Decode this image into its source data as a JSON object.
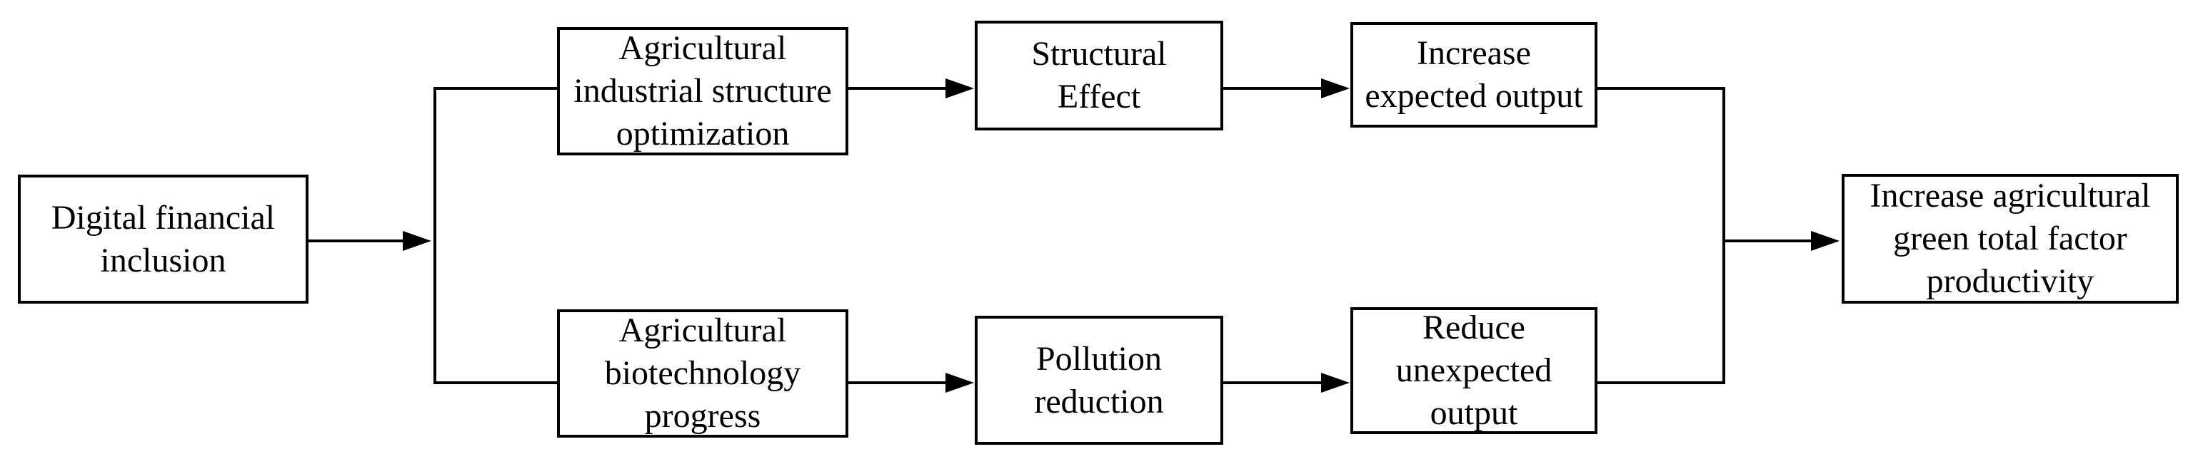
{
  "diagram": {
    "type": "flowchart",
    "background_color": "#ffffff",
    "line_color": "#000000",
    "text_color": "#000000",
    "nodes": [
      {
        "id": "digital-financial-inclusion",
        "label": "Digital financial\ninclusion"
      },
      {
        "id": "agricultural-industrial-structure-optimization",
        "label": "Agricultural\nindustrial structure\noptimization"
      },
      {
        "id": "structural-effect",
        "label": "Structural\nEffect"
      },
      {
        "id": "increase-expected-output",
        "label": "Increase\nexpected output"
      },
      {
        "id": "agricultural-biotechnology-progress",
        "label": "Agricultural\nbiotechnology\nprogress"
      },
      {
        "id": "pollution-reduction",
        "label": "Pollution\nreduction"
      },
      {
        "id": "reduce-unexpected-output",
        "label": "Reduce\nunexpected\noutput"
      },
      {
        "id": "increase-agricultural-green-total-factor-productivity",
        "label": "Increase agricultural\ngreen total factor\nproductivity"
      }
    ],
    "edges": [
      {
        "from": "digital-financial-inclusion",
        "to": "branch-split",
        "arrow": true
      },
      {
        "from": "branch-split",
        "to": "agricultural-industrial-structure-optimization",
        "arrow": false
      },
      {
        "from": "branch-split",
        "to": "agricultural-biotechnology-progress",
        "arrow": false
      },
      {
        "from": "agricultural-industrial-structure-optimization",
        "to": "structural-effect",
        "arrow": true
      },
      {
        "from": "agricultural-biotechnology-progress",
        "to": "pollution-reduction",
        "arrow": true
      },
      {
        "from": "structural-effect",
        "to": "increase-expected-output",
        "arrow": true
      },
      {
        "from": "pollution-reduction",
        "to": "reduce-unexpected-output",
        "arrow": true
      },
      {
        "from": "increase-expected-output",
        "to": "merge-join",
        "arrow": false
      },
      {
        "from": "reduce-unexpected-output",
        "to": "merge-join",
        "arrow": false
      },
      {
        "from": "merge-join",
        "to": "increase-agricultural-green-total-factor-productivity",
        "arrow": true
      }
    ]
  }
}
